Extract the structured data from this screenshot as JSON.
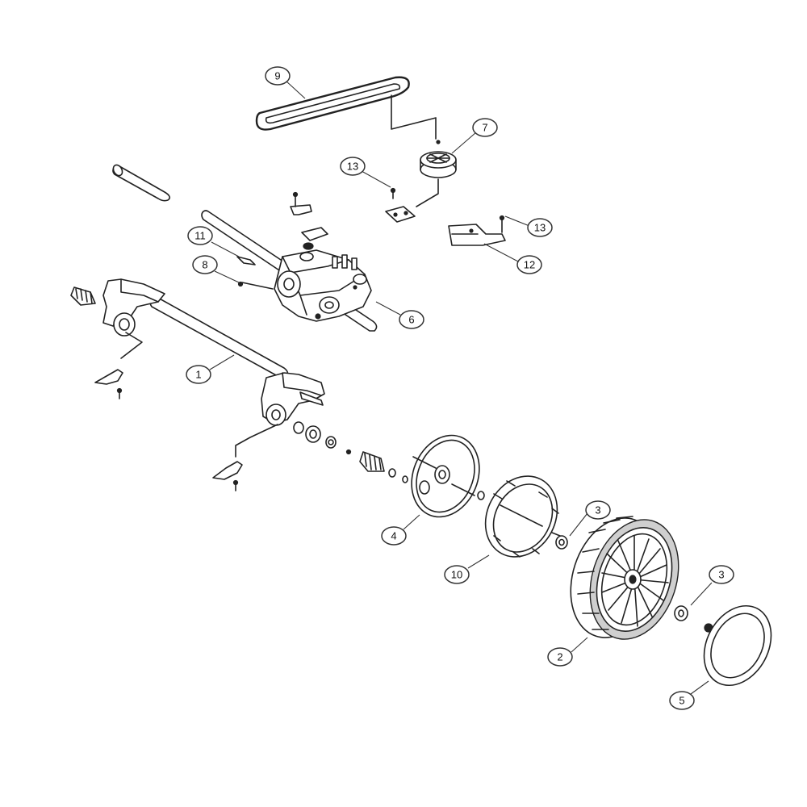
{
  "callouts": [
    {
      "id": "c9",
      "label": "9"
    },
    {
      "id": "c7",
      "label": "7"
    },
    {
      "id": "c13a",
      "label": "13"
    },
    {
      "id": "c13b",
      "label": "13"
    },
    {
      "id": "c12",
      "label": "12"
    },
    {
      "id": "c11",
      "label": "11"
    },
    {
      "id": "c8",
      "label": "8"
    },
    {
      "id": "c6",
      "label": "6"
    },
    {
      "id": "c1",
      "label": "1"
    },
    {
      "id": "c4",
      "label": "4"
    },
    {
      "id": "c3a",
      "label": "3"
    },
    {
      "id": "c10",
      "label": "10"
    },
    {
      "id": "c3b",
      "label": "3"
    },
    {
      "id": "c2",
      "label": "2"
    },
    {
      "id": "c5",
      "label": "5"
    }
  ]
}
